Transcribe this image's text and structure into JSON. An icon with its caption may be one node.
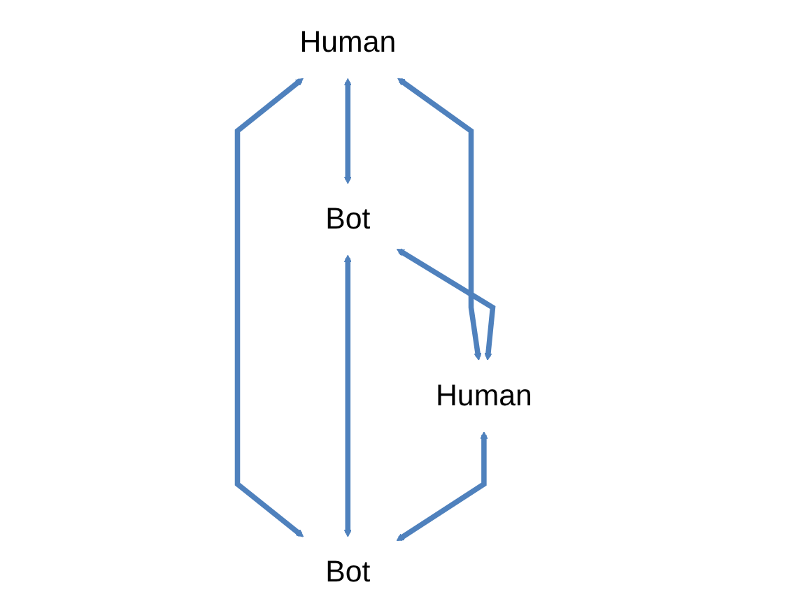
{
  "diagram": {
    "nodes": [
      {
        "text": [
          "Human"
        ]
      },
      {
        "text": [
          "Bot"
        ]
      },
      {
        "text": [
          "Human"
        ]
      },
      {
        "text": [
          "Bot"
        ]
      }
    ],
    "edges": [
      {
        "from": 0,
        "to": 1,
        "arrow": "both"
      },
      {
        "from": 0,
        "to": 2,
        "arrow": "both"
      },
      {
        "from": 0,
        "to": 3,
        "arrow": "both"
      },
      {
        "from": 1,
        "to": 2,
        "arrow": "both"
      },
      {
        "from": 1,
        "to": 3,
        "arrow": "both"
      },
      {
        "from": 2,
        "to": 3,
        "arrow": "both"
      }
    ]
  }
}
